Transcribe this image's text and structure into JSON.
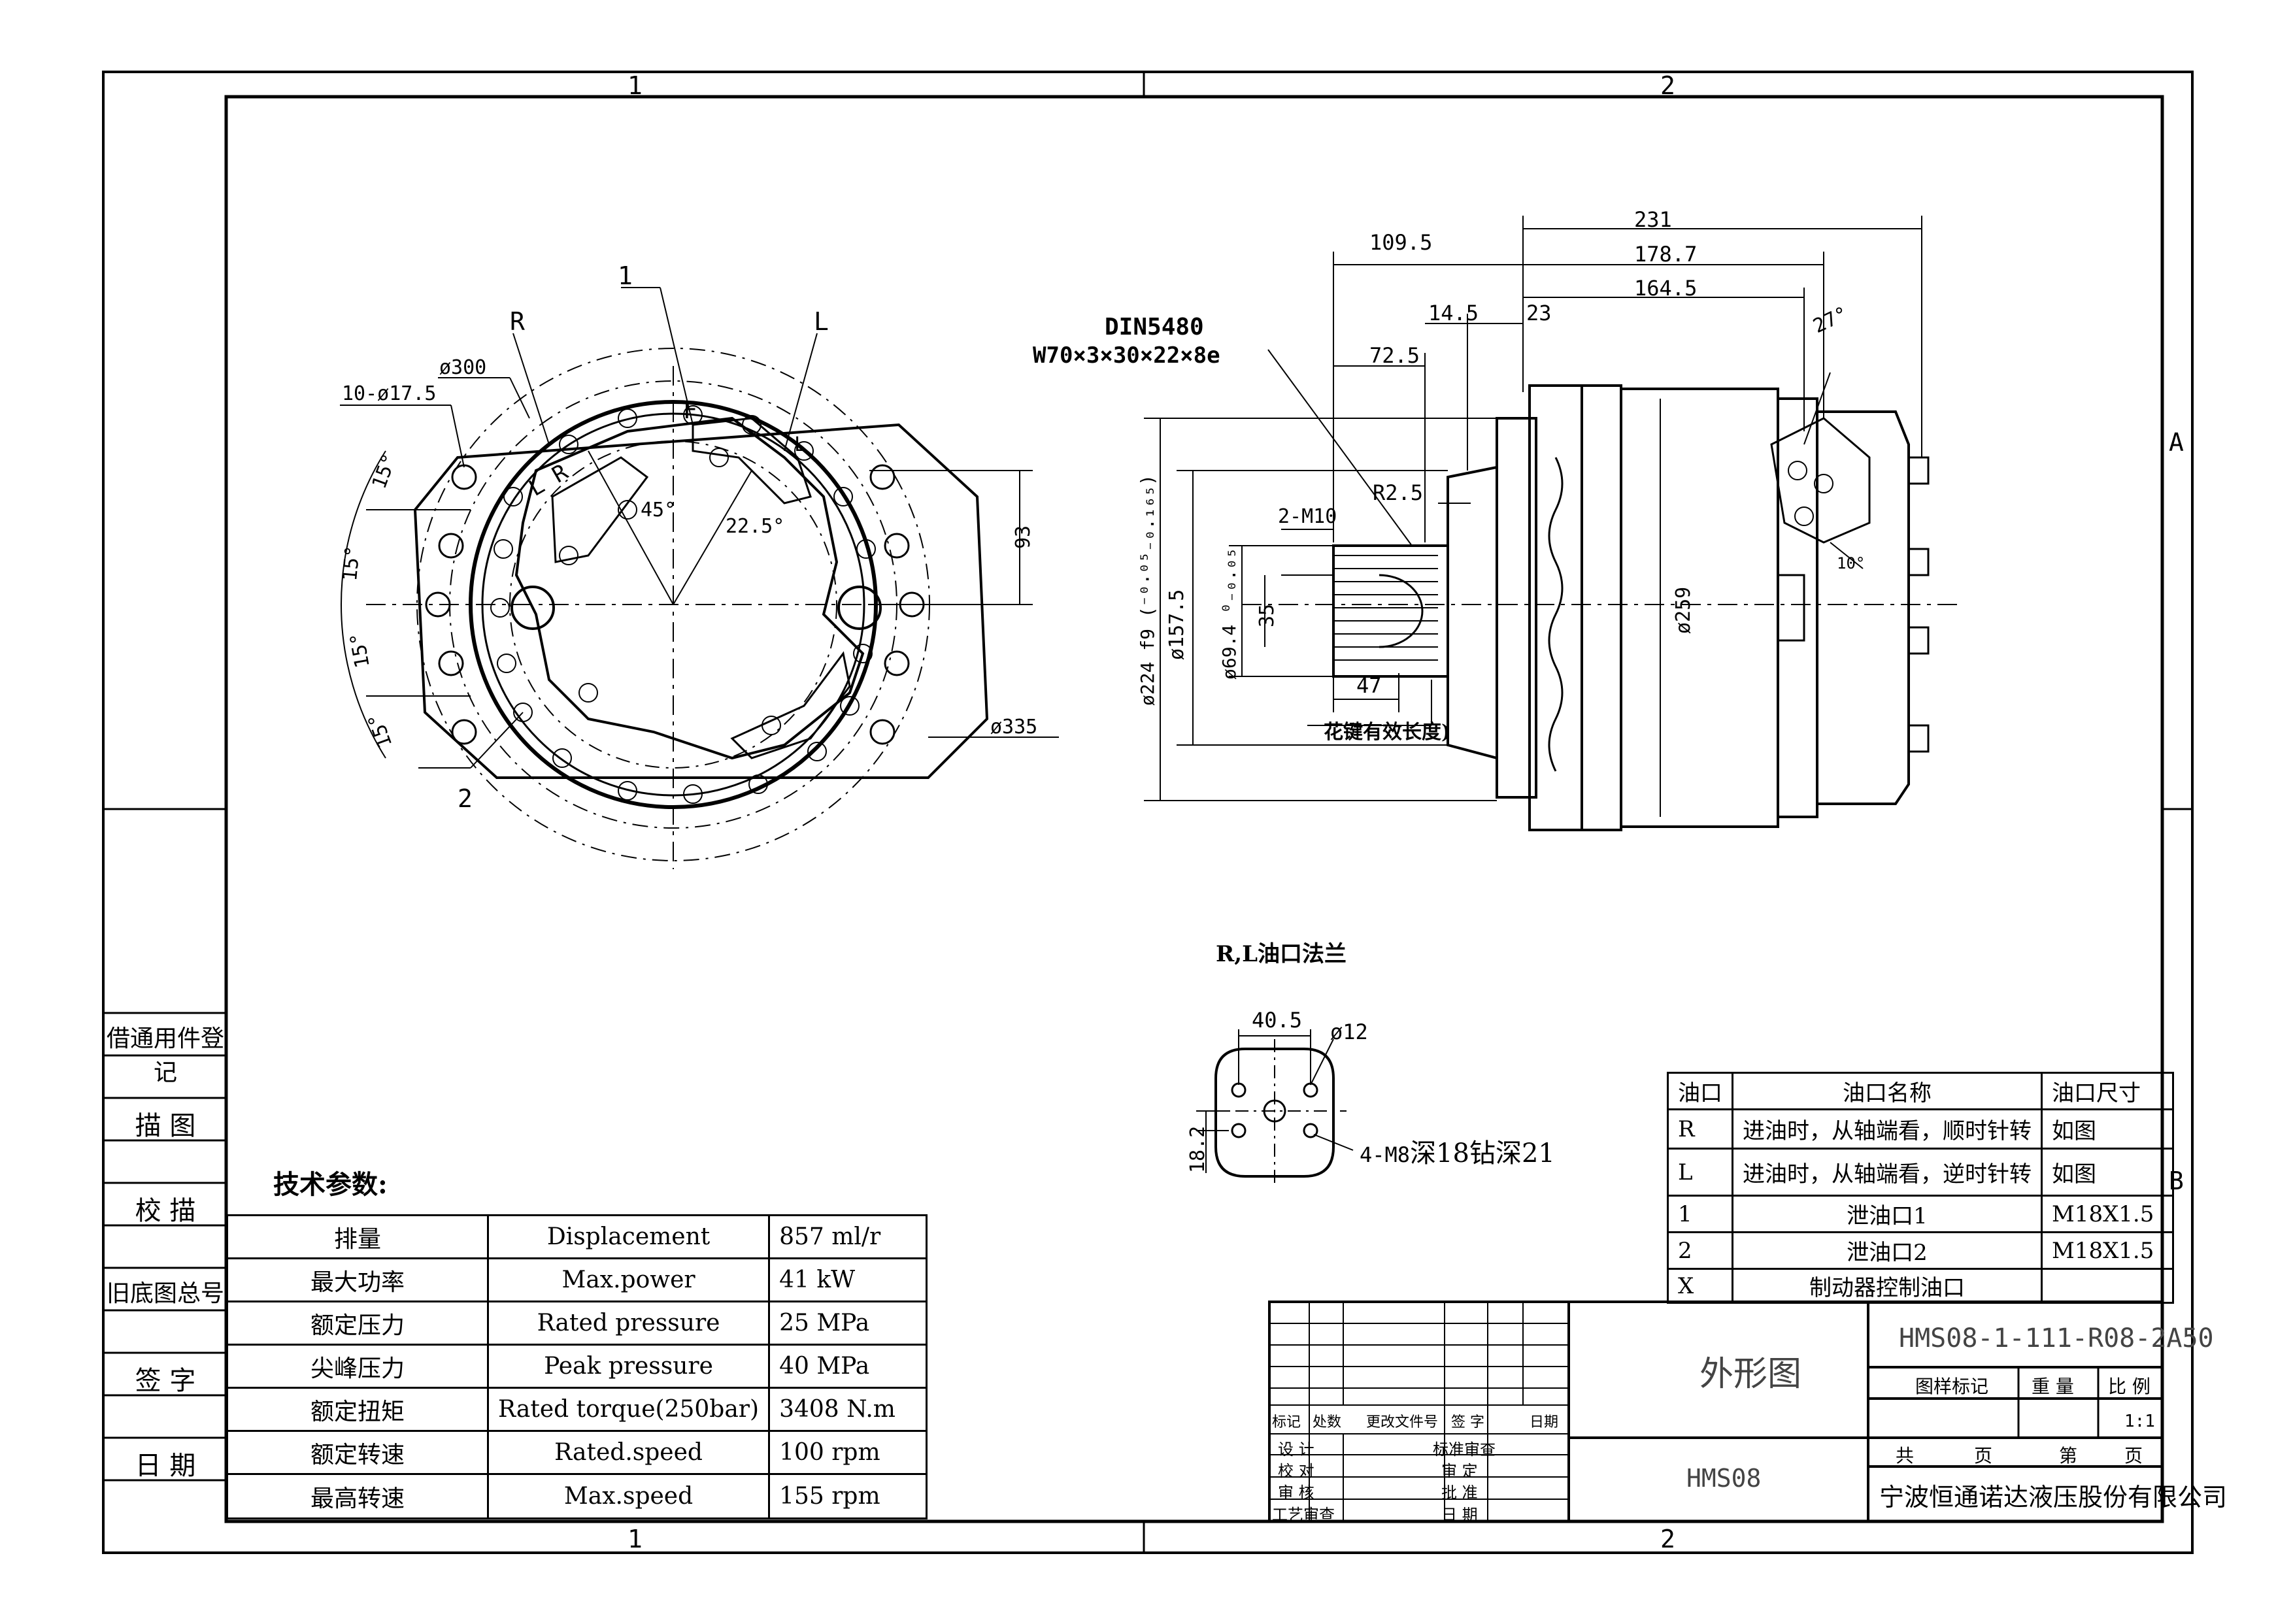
{
  "border": {
    "zones_top": [
      "1",
      "2"
    ],
    "zones_bottom": [
      "1",
      "2"
    ],
    "zones_right": [
      "A",
      "B"
    ]
  },
  "side_panel": {
    "items": [
      "借通用件登记",
      "描 图",
      "校 描",
      "旧底图总号",
      "签 字",
      "日 期"
    ]
  },
  "front_view": {
    "labels": {
      "r": "R",
      "one": "1",
      "l": "L",
      "two": "2",
      "f": "F",
      "lr": "L R",
      "l_small": "L"
    },
    "dimensions": {
      "holes": "10-ø17.5",
      "pcd": "ø300",
      "outer": "ø335",
      "h93": "93",
      "a45": "45°",
      "a22": "22.5°",
      "a15": [
        "15°",
        "15°",
        "15°",
        "15°"
      ]
    }
  },
  "side_view": {
    "spline_title": "DIN5480",
    "spline_spec": "W70×3×30×22×8e",
    "spline_note": "花键有效长度)",
    "dimensions": {
      "d231": "231",
      "d178": "178.7",
      "d164": "164.5",
      "d109": "109.5",
      "d14": "14.5",
      "d23": "23",
      "d72": "72.5",
      "r25": "R2.5",
      "m10": "2-M10",
      "d47": "47",
      "d35": "35",
      "d694": "ø69.4 ⁰₋₀.₀₅",
      "d1575": "ø157.5",
      "d224": "ø224 f9 (⁻⁰·⁰⁵₋₀.₁₆₅)",
      "d259": "ø259",
      "a27": "27°",
      "a10": "10°"
    }
  },
  "flange": {
    "title": "R,L油口法兰",
    "d405": "40.5",
    "d12": "ø12",
    "d182": "18.2",
    "m8_prefix": "4-M8",
    "m8_suffix": "深18钻深21"
  },
  "ports_table": {
    "headers": [
      "油口",
      "油口名称",
      "油口尺寸"
    ],
    "rows": [
      [
        "R",
        "进油时，从轴端看，顺时针转",
        "如图"
      ],
      [
        "L",
        "进油时，从轴端看，逆时针转",
        "如图"
      ],
      [
        "1",
        "泄油口1",
        "M18X1.5"
      ],
      [
        "2",
        "泄油口2",
        "M18X1.5"
      ],
      [
        "X",
        "制动器控制油口",
        ""
      ]
    ]
  },
  "specs": {
    "title": "技术参数:",
    "rows": [
      [
        "排量",
        "Displacement",
        "857 ml/r"
      ],
      [
        "最大功率",
        "Max.power",
        "41 kW"
      ],
      [
        "额定压力",
        "Rated pressure",
        "25 MPa"
      ],
      [
        "尖峰压力",
        "Peak pressure",
        "40 MPa"
      ],
      [
        "额定扭矩",
        "Rated torque(250bar)",
        "3408 N.m"
      ],
      [
        "额定转速",
        "Rated.speed",
        "100 rpm"
      ],
      [
        "最高转速",
        "Max.speed",
        "155 rpm"
      ]
    ]
  },
  "title_block": {
    "revision_headers": [
      "标记",
      "处数",
      "更改文件号",
      "签 字",
      "日期"
    ],
    "sign_left": [
      "设 计",
      "校 对",
      "审 核",
      "工艺审查"
    ],
    "sign_right": [
      "标准审查",
      "审 定",
      "批 准",
      "日 期"
    ],
    "drawing_name": "外形图",
    "model": "HMS08",
    "drawing_number": "HMS08-1-111-R08-2A50",
    "meta_headers": [
      "图样标记",
      "重 量",
      "比 例"
    ],
    "scale": "1:1",
    "sheets": [
      "共",
      "页",
      "第",
      "页"
    ],
    "company": "宁波恒通诺达液压股份有限公司"
  }
}
